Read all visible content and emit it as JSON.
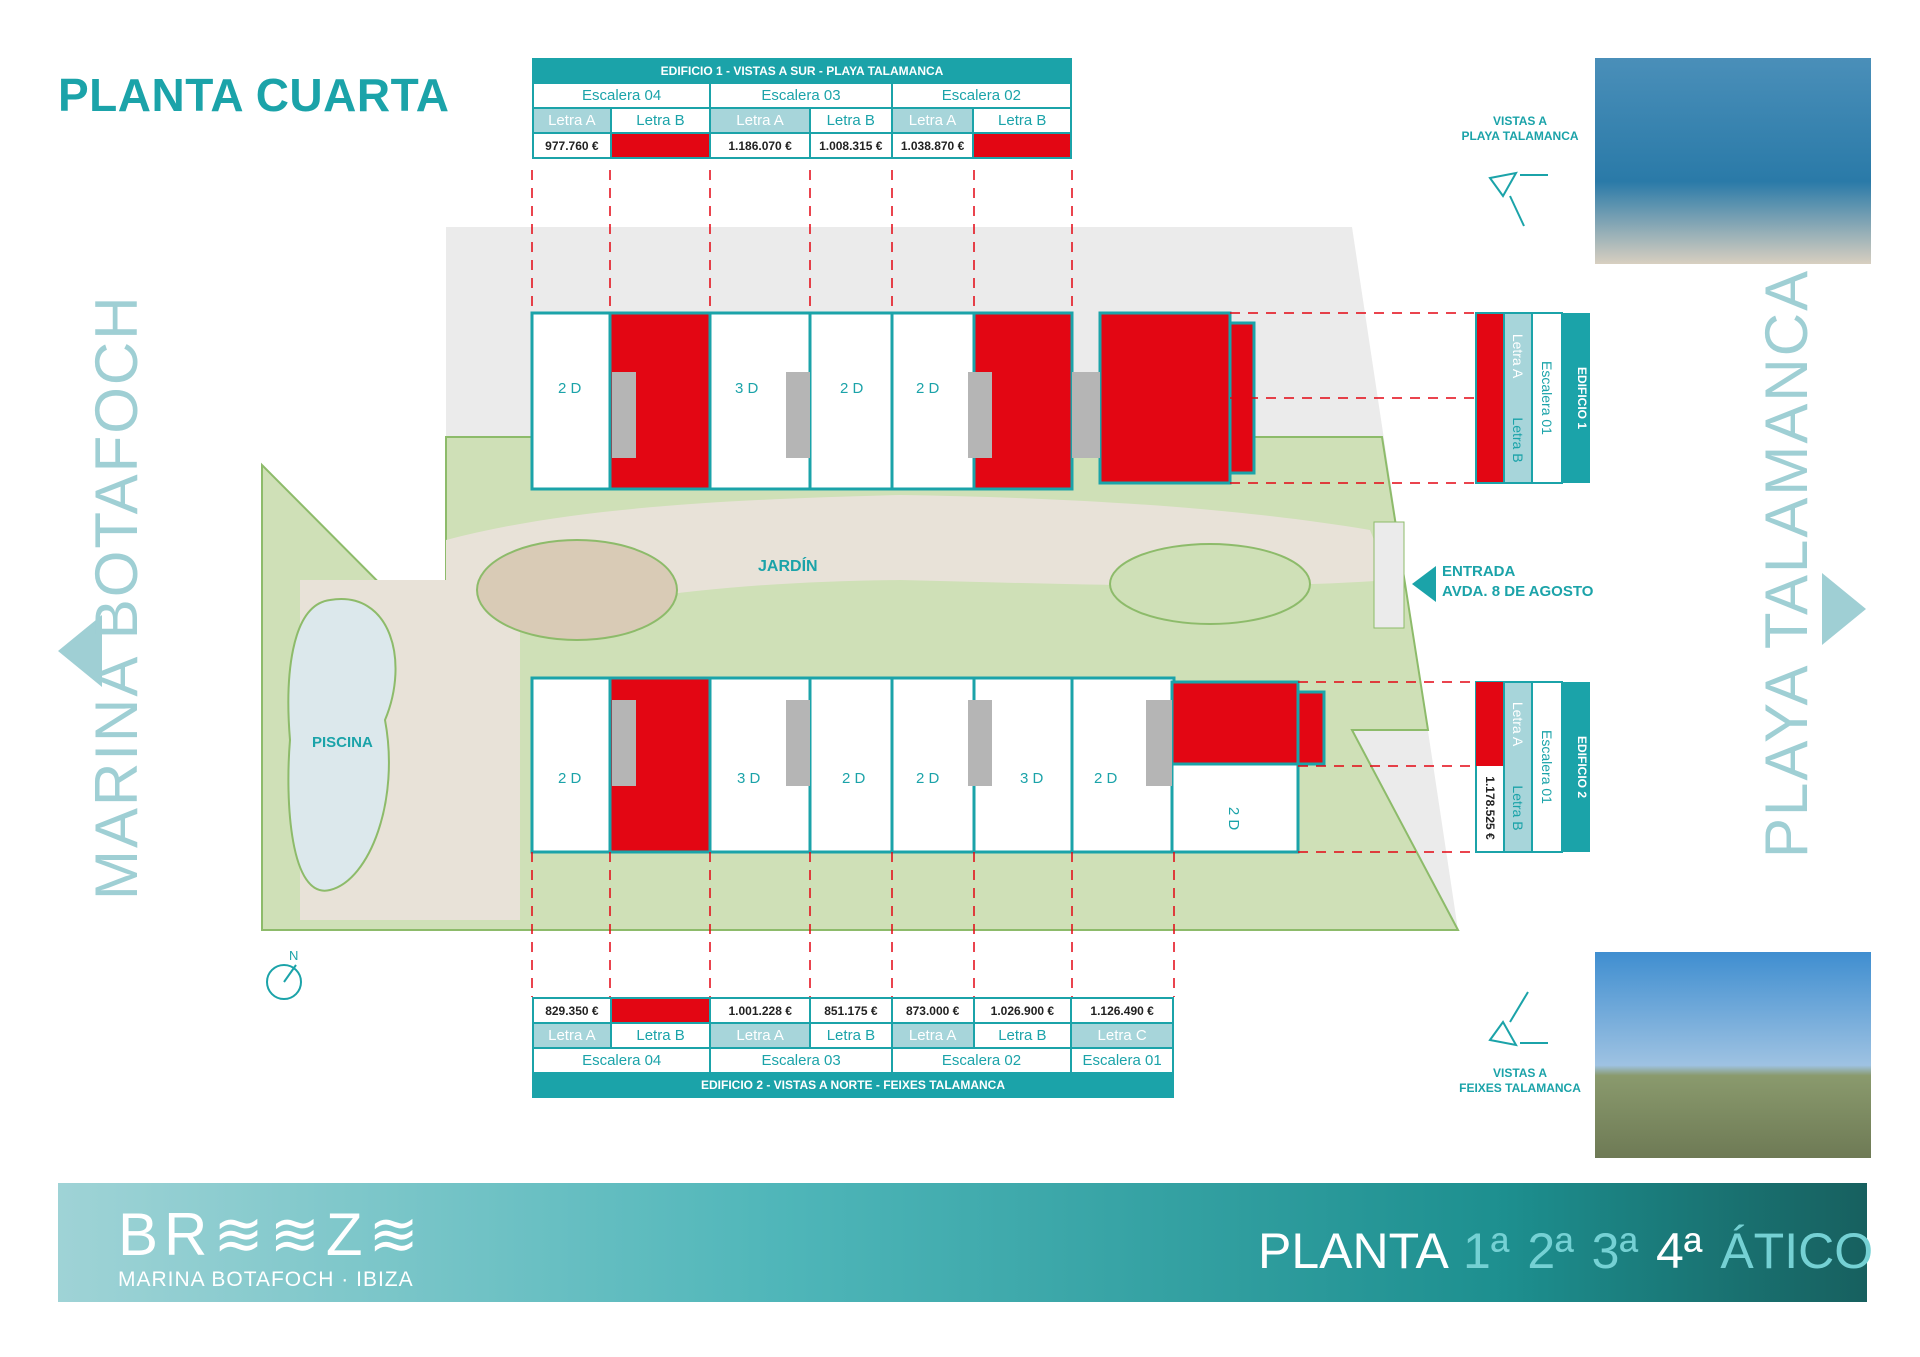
{
  "title": "PLANTA CUARTA",
  "side_left": "MARINA BOTAFOCH",
  "side_right": "PLAYA TALAMANCA",
  "top_table": {
    "header": "EDIFICIO 1 - VISTAS A SUR - PLAYA TALAMANCA",
    "stairs": [
      "Escalera 04",
      "Escalera 03",
      "Escalera 02"
    ],
    "letters": [
      "Letra A",
      "Letra B",
      "Letra A",
      "Letra B",
      "Letra A",
      "Letra B"
    ],
    "prices": [
      "977.760 €",
      "",
      "1.186.070 €",
      "1.008.315 €",
      "1.038.870 €",
      ""
    ]
  },
  "bottom_table": {
    "header": "EDIFICIO 2 - VISTAS A NORTE - FEIXES TALAMANCA",
    "stairs": [
      "Escalera 04",
      "Escalera 03",
      "Escalera 02",
      "Escalera 01"
    ],
    "letters": [
      "Letra A",
      "Letra B",
      "Letra A",
      "Letra B",
      "Letra A",
      "Letra B",
      "Letra C"
    ],
    "prices": [
      "829.350 €",
      "",
      "1.001.228 €",
      "851.175 €",
      "873.000 €",
      "1.026.900 €",
      "1.126.490 €"
    ]
  },
  "right_top": {
    "edificio": "EDIFICIO 1",
    "escalera": "Escalera 01",
    "letra_a": "Letra A",
    "letra_b": "Letra B"
  },
  "right_bottom": {
    "edificio": "EDIFICIO 2",
    "escalera": "Escalera 01",
    "letra_a": "Letra A",
    "letra_b": "Letra B",
    "price": "1.178.525 €"
  },
  "plan": {
    "jardin": "JARDÍN",
    "piscina": "PISCINA",
    "north": "N",
    "top_units": [
      "2 D",
      "3 D",
      "2 D",
      "2 D"
    ],
    "bottom_units": [
      "2 D",
      "3 D",
      "2 D",
      "2 D",
      "3 D",
      "2 D",
      "2 D"
    ]
  },
  "entrada": {
    "line1": "ENTRADA",
    "line2": "AVDA. 8 DE AGOSTO"
  },
  "photos": {
    "top_caption_1": "VISTAS A",
    "top_caption_2": "PLAYA TALAMANCA",
    "bottom_caption_1": "VISTAS A",
    "bottom_caption_2": "FEIXES TALAMANCA"
  },
  "footer": {
    "brand": "BR≋≋Z≋",
    "brand_sub": "MARINA BOTAFOCH · IBIZA",
    "planta": "PLANTA",
    "floors": [
      "1ª",
      "2ª",
      "3ª",
      "4ª",
      "ÁTICO"
    ],
    "current_floor": "4ª"
  },
  "colors": {
    "accent": "#1ba3a9",
    "sold": "#e30613",
    "light_teal": "#a7d5da",
    "garden": "#cfe0b7",
    "paving": "#e8e2d8",
    "grey": "#ebebeb"
  }
}
